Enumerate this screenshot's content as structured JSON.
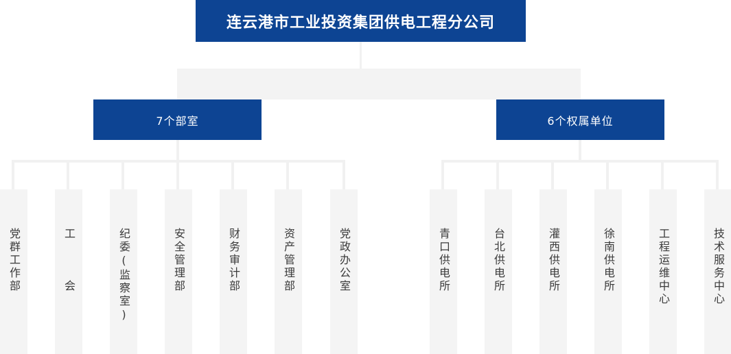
{
  "chart_data": {
    "type": "diagram",
    "diagram_type": "organization-chart",
    "title": "连云港市工业投资集团供电工程分公司",
    "orientation": "top-down",
    "levels": 3,
    "colors": {
      "node_primary": "#0d4493",
      "node_primary_text": "#ffffff",
      "leaf_background": "#f4f4f4",
      "leaf_text": "#3a3a3a",
      "connector": "#f1f1f1",
      "connector_plate": "#f3f3f3",
      "page_background": "#ffffff"
    },
    "nodes": {
      "root": {
        "label": "连云港市工业投资集团供电工程分公司",
        "level": 1
      },
      "level2": [
        {
          "id": "departments",
          "label": "7个部室",
          "level": 2,
          "child_count": 7
        },
        {
          "id": "subsidiaries",
          "label": "6个权属单位",
          "level": 2,
          "child_count": 6
        }
      ],
      "level3_departments": [
        {
          "label": "党群工作部"
        },
        {
          "label": "工　会"
        },
        {
          "label": "纪委(监察室)"
        },
        {
          "label": "安全管理部"
        },
        {
          "label": "财务审计部"
        },
        {
          "label": "资产管理部"
        },
        {
          "label": "党政办公室"
        }
      ],
      "level3_subsidiaries": [
        {
          "label": "青口供电所"
        },
        {
          "label": "台北供电所"
        },
        {
          "label": "灌西供电所"
        },
        {
          "label": "徐南供电所"
        },
        {
          "label": "工程运维中心"
        },
        {
          "label": "技术服务中心"
        }
      ]
    }
  },
  "root": {
    "label": "连云港市工业投资集团供电工程分公司"
  },
  "branches": {
    "left": {
      "label": "7个部室"
    },
    "right": {
      "label": "6个权属单位"
    }
  },
  "departments": [
    {
      "label": "党群工作部"
    },
    {
      "label": "工　会"
    },
    {
      "label": "纪委(监察室)"
    },
    {
      "label": "安全管理部"
    },
    {
      "label": "财务审计部"
    },
    {
      "label": "资产管理部"
    },
    {
      "label": "党政办公室"
    }
  ],
  "subsidiaries": [
    {
      "label": "青口供电所"
    },
    {
      "label": "台北供电所"
    },
    {
      "label": "灌西供电所"
    },
    {
      "label": "徐南供电所"
    },
    {
      "label": "工程运维中心"
    },
    {
      "label": "技术服务中心"
    }
  ]
}
